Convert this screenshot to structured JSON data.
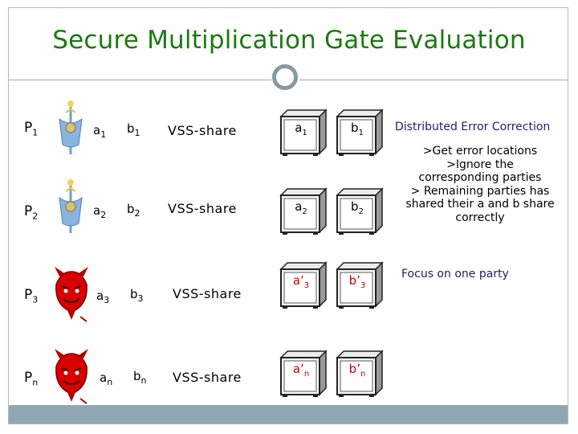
{
  "title": "Secure Multiplication Gate Evaluation",
  "parties": [
    {
      "p": "P",
      "p_sub": "1",
      "a": "a",
      "a_sub": "1",
      "b": "b",
      "b_sub": "1",
      "vss": "VSS-share",
      "sa": "a",
      "sa_sub": "1",
      "sb": "b",
      "sb_sub": "1",
      "type": "honest"
    },
    {
      "p": "P",
      "p_sub": "2",
      "a": "a",
      "a_sub": "2",
      "b": "b",
      "b_sub": "2",
      "vss": "VSS-share",
      "sa": "a",
      "sa_sub": "2",
      "sb": "b",
      "sb_sub": "2",
      "type": "honest"
    },
    {
      "p": "P",
      "p_sub": "3",
      "a": "a",
      "a_sub": "3",
      "b": "b",
      "b_sub": "3",
      "vss": "VSS-share",
      "sa": "a’",
      "sa_sub": "3",
      "sb": "b’",
      "sb_sub": "3",
      "type": "corrupt"
    },
    {
      "p": "P",
      "p_sub": "n",
      "a": "a",
      "a_sub": "n",
      "b": "b",
      "b_sub": "n",
      "vss": "VSS-share",
      "sa": "a’",
      "sa_sub": "n",
      "sb": "b’",
      "sb_sub": "n",
      "type": "corrupt"
    }
  ],
  "side": {
    "title": "Distributed Error Correction",
    "items": [
      ">Get error locations",
      ">Ignore the corresponding parties",
      "> Remaining parties has shared their a and b share correctly"
    ],
    "focus": "Focus on one party"
  },
  "colors": {
    "title": "#1c7a10",
    "accent": "#8fa7b2",
    "corrupt": "#cc0000",
    "note": "#1d1d73"
  }
}
